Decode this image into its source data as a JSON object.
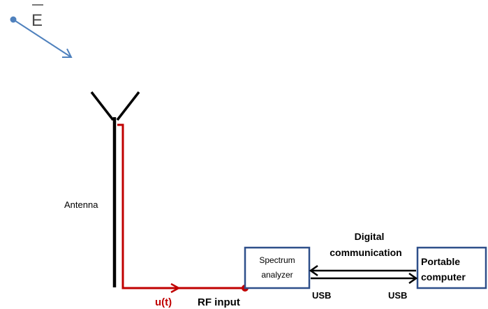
{
  "field": {
    "symbol": "E"
  },
  "antenna": {
    "label": "Antenna"
  },
  "signal": {
    "label": "u(t)",
    "port_label": "RF input"
  },
  "analyzer": {
    "line1": "Spectrum",
    "line2": "analyzer",
    "port": "USB"
  },
  "link": {
    "line1": "Digital",
    "line2": "communication"
  },
  "computer": {
    "line1": "Portable",
    "line2": "computer",
    "port": "USB"
  },
  "colors": {
    "field_arrow": "#4f81bd",
    "signal": "#c00000",
    "box_border": "#2e4f8a",
    "antenna": "#000000"
  },
  "icons": {
    "field_vector": "arrow-icon",
    "antenna_symbol": "antenna-icon"
  }
}
